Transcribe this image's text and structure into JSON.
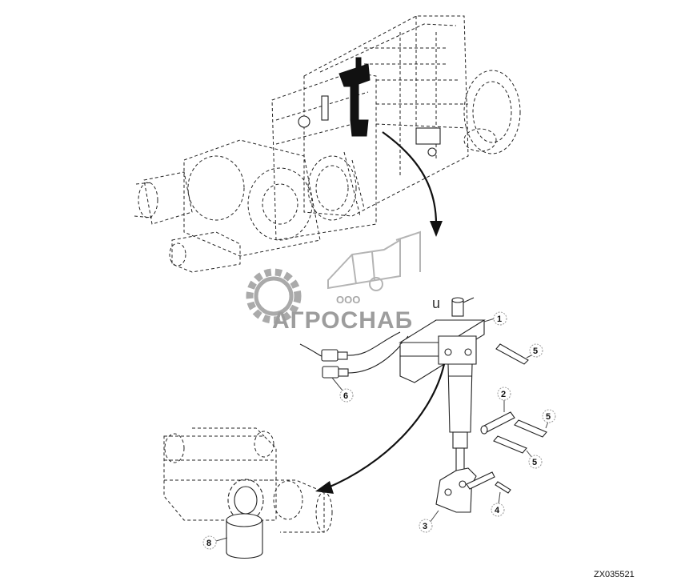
{
  "diagram": {
    "reference_code": "ZX035521",
    "callouts": [
      {
        "id": "1",
        "label": "1"
      },
      {
        "id": "2",
        "label": "2"
      },
      {
        "id": "3",
        "label": "3"
      },
      {
        "id": "4",
        "label": "4"
      },
      {
        "id": "5a",
        "label": "5"
      },
      {
        "id": "5b",
        "label": "5"
      },
      {
        "id": "5c",
        "label": "5"
      },
      {
        "id": "6",
        "label": "6"
      },
      {
        "id": "8",
        "label": "8"
      }
    ],
    "orphan_letter": "u"
  },
  "watermark": {
    "small_text": "ООО",
    "brand_text": "АГРОСНАБ",
    "color": "#8c8c8c"
  }
}
